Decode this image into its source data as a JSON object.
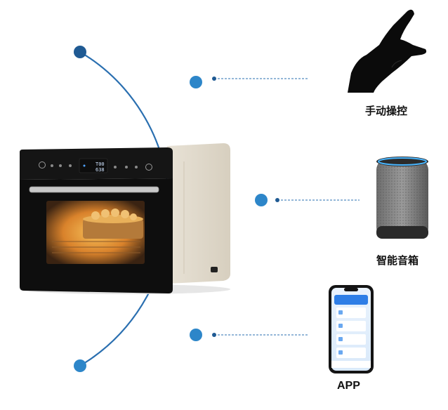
{
  "controls": [
    {
      "id": "hand",
      "label": "手动操控",
      "icon": "hand-gesture-icon"
    },
    {
      "id": "speaker",
      "label": "智能音箱",
      "icon": "smart-speaker-icon"
    },
    {
      "id": "app",
      "label": "APP",
      "icon": "smartphone-app-icon"
    }
  ],
  "oven": {
    "display_top": "T00",
    "display_bottom": "638"
  },
  "colors": {
    "arc": "#2a6fb0",
    "dot_dark": "#1f5a93",
    "dot_light": "#2d86c9",
    "dash": "#2a6fb0"
  }
}
